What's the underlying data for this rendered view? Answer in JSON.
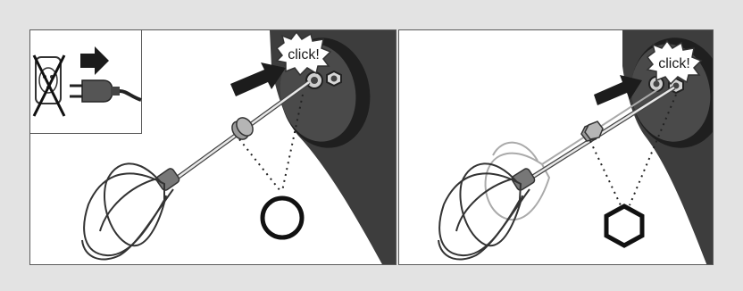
{
  "panels": [
    {
      "id": "left",
      "callout_text": "click!",
      "shape_icon": "circle-ring-icon",
      "inset": {
        "unplug_icon": "crossed-out-outlet-icon",
        "arrow_icon": "right-arrow-icon",
        "plug_icon": "power-plug-icon"
      }
    },
    {
      "id": "right",
      "callout_text": "click!",
      "shape_icon": "hexagon-icon"
    }
  ],
  "colors": {
    "background": "#e3e3e3",
    "panel": "#ffffff",
    "mixer_body": "#3d3d3d",
    "arrow": "#1c1c1c",
    "outline": "#5a5a5a"
  }
}
